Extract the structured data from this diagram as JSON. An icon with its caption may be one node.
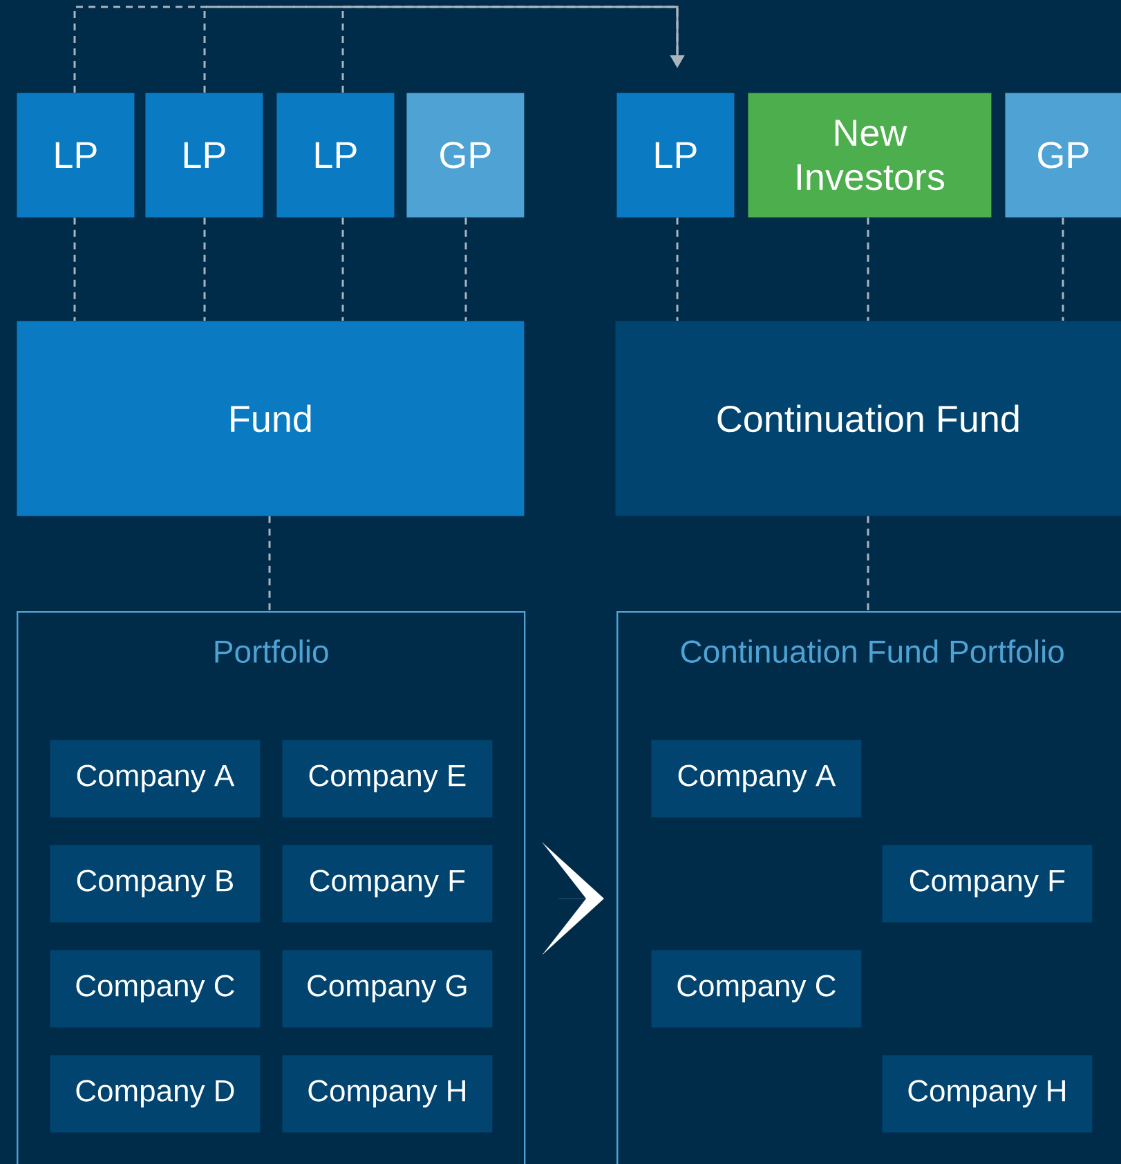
{
  "diagram": {
    "nodes": [
      {
        "text": [
          "LP"
        ]
      },
      {
        "text": [
          "LP"
        ]
      },
      {
        "text": [
          "LP"
        ]
      },
      {
        "text": [
          "GP"
        ]
      },
      {
        "text": [
          "LP"
        ]
      },
      {
        "text": [
          "New Investors"
        ]
      },
      {
        "text": [
          "GP"
        ]
      },
      {
        "text": [
          "Fund"
        ]
      },
      {
        "text": [
          "Continuation Fund"
        ]
      },
      {
        "text": [
          "Portfolio"
        ]
      },
      {
        "text": [
          "Company A"
        ],
        "in": 9
      },
      {
        "text": [
          "Company E"
        ],
        "in": 9
      },
      {
        "text": [
          "Company B"
        ],
        "in": 9
      },
      {
        "text": [
          "Company F"
        ],
        "in": 9
      },
      {
        "text": [
          "Company C"
        ],
        "in": 9
      },
      {
        "text": [
          "Company G"
        ],
        "in": 9
      },
      {
        "text": [
          "Company D"
        ],
        "in": 9
      },
      {
        "text": [
          "Company H"
        ],
        "in": 9
      },
      {
        "text": [
          "Continuation Fund Portfolio"
        ]
      },
      {
        "text": [
          "Company A"
        ],
        "in": 18
      },
      {
        "text": [
          "Company F"
        ],
        "in": 18
      },
      {
        "text": [
          "Company C"
        ],
        "in": 18
      },
      {
        "text": [
          "Company H"
        ],
        "in": 18
      }
    ],
    "edges": [
      {
        "from": 0,
        "to": 4,
        "arrow": "to",
        "style": "dashed"
      },
      {
        "from": 1,
        "to": 4,
        "arrow": "to",
        "style": "dashed"
      },
      {
        "from": 2,
        "to": 4,
        "arrow": "to",
        "style": "dashed"
      },
      {
        "from": 0,
        "to": 7,
        "arrow": "none",
        "style": "dashed"
      },
      {
        "from": 1,
        "to": 7,
        "arrow": "none",
        "style": "dashed"
      },
      {
        "from": 2,
        "to": 7,
        "arrow": "none",
        "style": "dashed"
      },
      {
        "from": 3,
        "to": 7,
        "arrow": "none",
        "style": "dashed"
      },
      {
        "from": 4,
        "to": 8,
        "arrow": "none",
        "style": "dashed"
      },
      {
        "from": 5,
        "to": 8,
        "arrow": "none",
        "style": "dashed"
      },
      {
        "from": 6,
        "to": 8,
        "arrow": "none",
        "style": "dashed"
      },
      {
        "from": 7,
        "to": 9,
        "arrow": "none",
        "style": "dashed"
      },
      {
        "from": 8,
        "to": 18,
        "arrow": "none",
        "style": "dashed"
      },
      {
        "from": 9,
        "to": 18,
        "arrow": "to",
        "color": "#ffffff"
      }
    ]
  }
}
